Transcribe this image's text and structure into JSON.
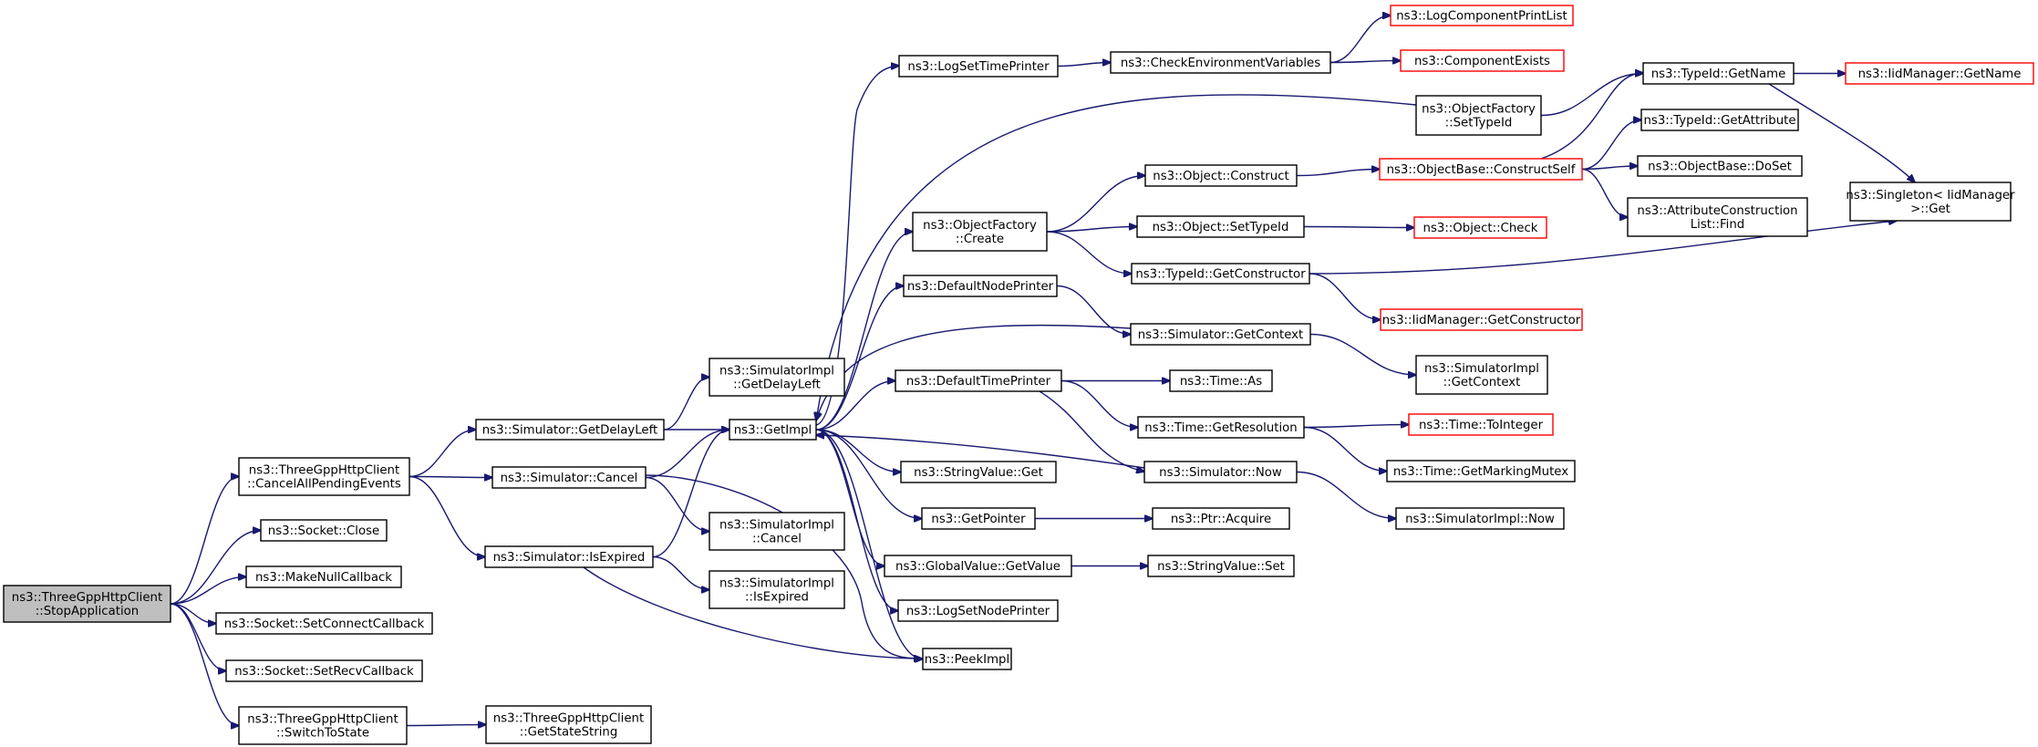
{
  "edge_color": "#191970",
  "truncated_node_border": "#ff0000",
  "root_fill": "#bfbfbf",
  "nodes": {
    "stop": {
      "lines": [
        "ns3::ThreeGppHttpClient",
        "::StopApplication"
      ],
      "root": true
    },
    "cancelAll": {
      "lines": [
        "ns3::ThreeGppHttpClient",
        "::CancelAllPendingEvents"
      ]
    },
    "sockClose": {
      "lines": [
        "ns3::Socket::Close"
      ]
    },
    "makeNull": {
      "lines": [
        "ns3::MakeNullCallback"
      ]
    },
    "setConnect": {
      "lines": [
        "ns3::Socket::SetConnectCallback"
      ]
    },
    "setRecv": {
      "lines": [
        "ns3::Socket::SetRecvCallback"
      ]
    },
    "switchState": {
      "lines": [
        "ns3::ThreeGppHttpClient",
        "::SwitchToState"
      ]
    },
    "getStateString": {
      "lines": [
        "ns3::ThreeGppHttpClient",
        "::GetStateString"
      ]
    },
    "getDelayLeft": {
      "lines": [
        "ns3::Simulator::GetDelayLeft"
      ]
    },
    "simCancel": {
      "lines": [
        "ns3::Simulator::Cancel"
      ]
    },
    "isExpired": {
      "lines": [
        "ns3::Simulator::IsExpired"
      ]
    },
    "implGetDelayLeft": {
      "lines": [
        "ns3::SimulatorImpl",
        "::GetDelayLeft"
      ]
    },
    "getImpl": {
      "lines": [
        "ns3::GetImpl"
      ]
    },
    "implCancel": {
      "lines": [
        "ns3::SimulatorImpl",
        "::Cancel"
      ]
    },
    "implIsExpired": {
      "lines": [
        "ns3::SimulatorImpl",
        "::IsExpired"
      ]
    },
    "peekImpl": {
      "lines": [
        "ns3::PeekImpl"
      ]
    },
    "logSetTimePrinter": {
      "lines": [
        "ns3::LogSetTimePrinter"
      ]
    },
    "ofCreate": {
      "lines": [
        "ns3::ObjectFactory",
        "::Create"
      ]
    },
    "defaultNodePrinter": {
      "lines": [
        "ns3::DefaultNodePrinter"
      ]
    },
    "defaultTimePrinter": {
      "lines": [
        "ns3::DefaultTimePrinter"
      ]
    },
    "stringValueGet": {
      "lines": [
        "ns3::StringValue::Get"
      ]
    },
    "getPointer": {
      "lines": [
        "ns3::GetPointer"
      ]
    },
    "globalGetValue": {
      "lines": [
        "ns3::GlobalValue::GetValue"
      ]
    },
    "logSetNodePrinter": {
      "lines": [
        "ns3::LogSetNodePrinter"
      ]
    },
    "checkEnv": {
      "lines": [
        "ns3::CheckEnvironmentVariables"
      ]
    },
    "objConstruct": {
      "lines": [
        "ns3::Object::Construct"
      ]
    },
    "objSetTypeId": {
      "lines": [
        "ns3::Object::SetTypeId"
      ]
    },
    "typeIdGetCtor": {
      "lines": [
        "ns3::TypeId::GetConstructor"
      ]
    },
    "simGetContext": {
      "lines": [
        "ns3::Simulator::GetContext"
      ]
    },
    "timeAs": {
      "lines": [
        "ns3::Time::As"
      ]
    },
    "timeGetRes": {
      "lines": [
        "ns3::Time::GetResolution"
      ]
    },
    "simNow": {
      "lines": [
        "ns3::Simulator::Now"
      ]
    },
    "ptrAcquire": {
      "lines": [
        "ns3::Ptr::Acquire"
      ]
    },
    "stringValueSet": {
      "lines": [
        "ns3::StringValue::Set"
      ]
    },
    "logCompPrint": {
      "lines": [
        "ns3::LogComponentPrintList"
      ],
      "red": true
    },
    "compExists": {
      "lines": [
        "ns3::ComponentExists"
      ],
      "red": true
    },
    "ofSetTypeId": {
      "lines": [
        "ns3::ObjectFactory",
        "::SetTypeId"
      ]
    },
    "objBaseConstructSelf": {
      "lines": [
        "ns3::ObjectBase::ConstructSelf"
      ],
      "red": true
    },
    "objCheck": {
      "lines": [
        "ns3::Object::Check"
      ],
      "red": true
    },
    "iidGetCtor": {
      "lines": [
        "ns3::IidManager::GetConstructor"
      ],
      "red": true
    },
    "implGetContext": {
      "lines": [
        "ns3::SimulatorImpl",
        "::GetContext"
      ]
    },
    "timeToInteger": {
      "lines": [
        "ns3::Time::ToInteger"
      ],
      "red": true
    },
    "timeGetMarkingMutex": {
      "lines": [
        "ns3::Time::GetMarkingMutex"
      ]
    },
    "implNow": {
      "lines": [
        "ns3::SimulatorImpl::Now"
      ]
    },
    "typeIdGetName": {
      "lines": [
        "ns3::TypeId::GetName"
      ]
    },
    "typeIdGetAttr": {
      "lines": [
        "ns3::TypeId::GetAttribute"
      ]
    },
    "objBaseDoSet": {
      "lines": [
        "ns3::ObjectBase::DoSet"
      ]
    },
    "attrConstFind": {
      "lines": [
        "ns3::AttributeConstruction",
        "List::Find"
      ]
    },
    "iidGetName": {
      "lines": [
        "ns3::IidManager::GetName"
      ],
      "red": true
    },
    "singletonGet": {
      "lines": [
        "ns3::Singleton< IidManager",
        ">::Get"
      ]
    }
  }
}
